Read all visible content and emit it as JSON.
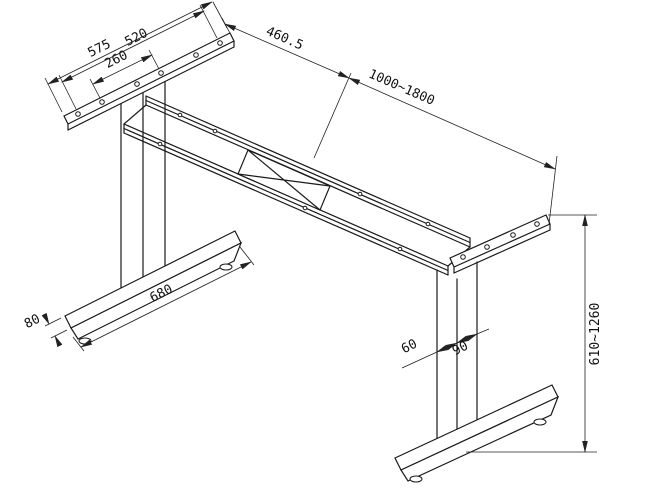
{
  "drawing": {
    "dimensions": {
      "plate_length": "575",
      "plate_hole_span": "520",
      "plate_inner_hole_span": "260",
      "beam_section_length": "460.5",
      "frame_length_range": "1000~1800",
      "foot_length": "680",
      "foot_height": "80",
      "column_depth": "60",
      "column_width": "90",
      "height_range": "610~1260"
    }
  }
}
